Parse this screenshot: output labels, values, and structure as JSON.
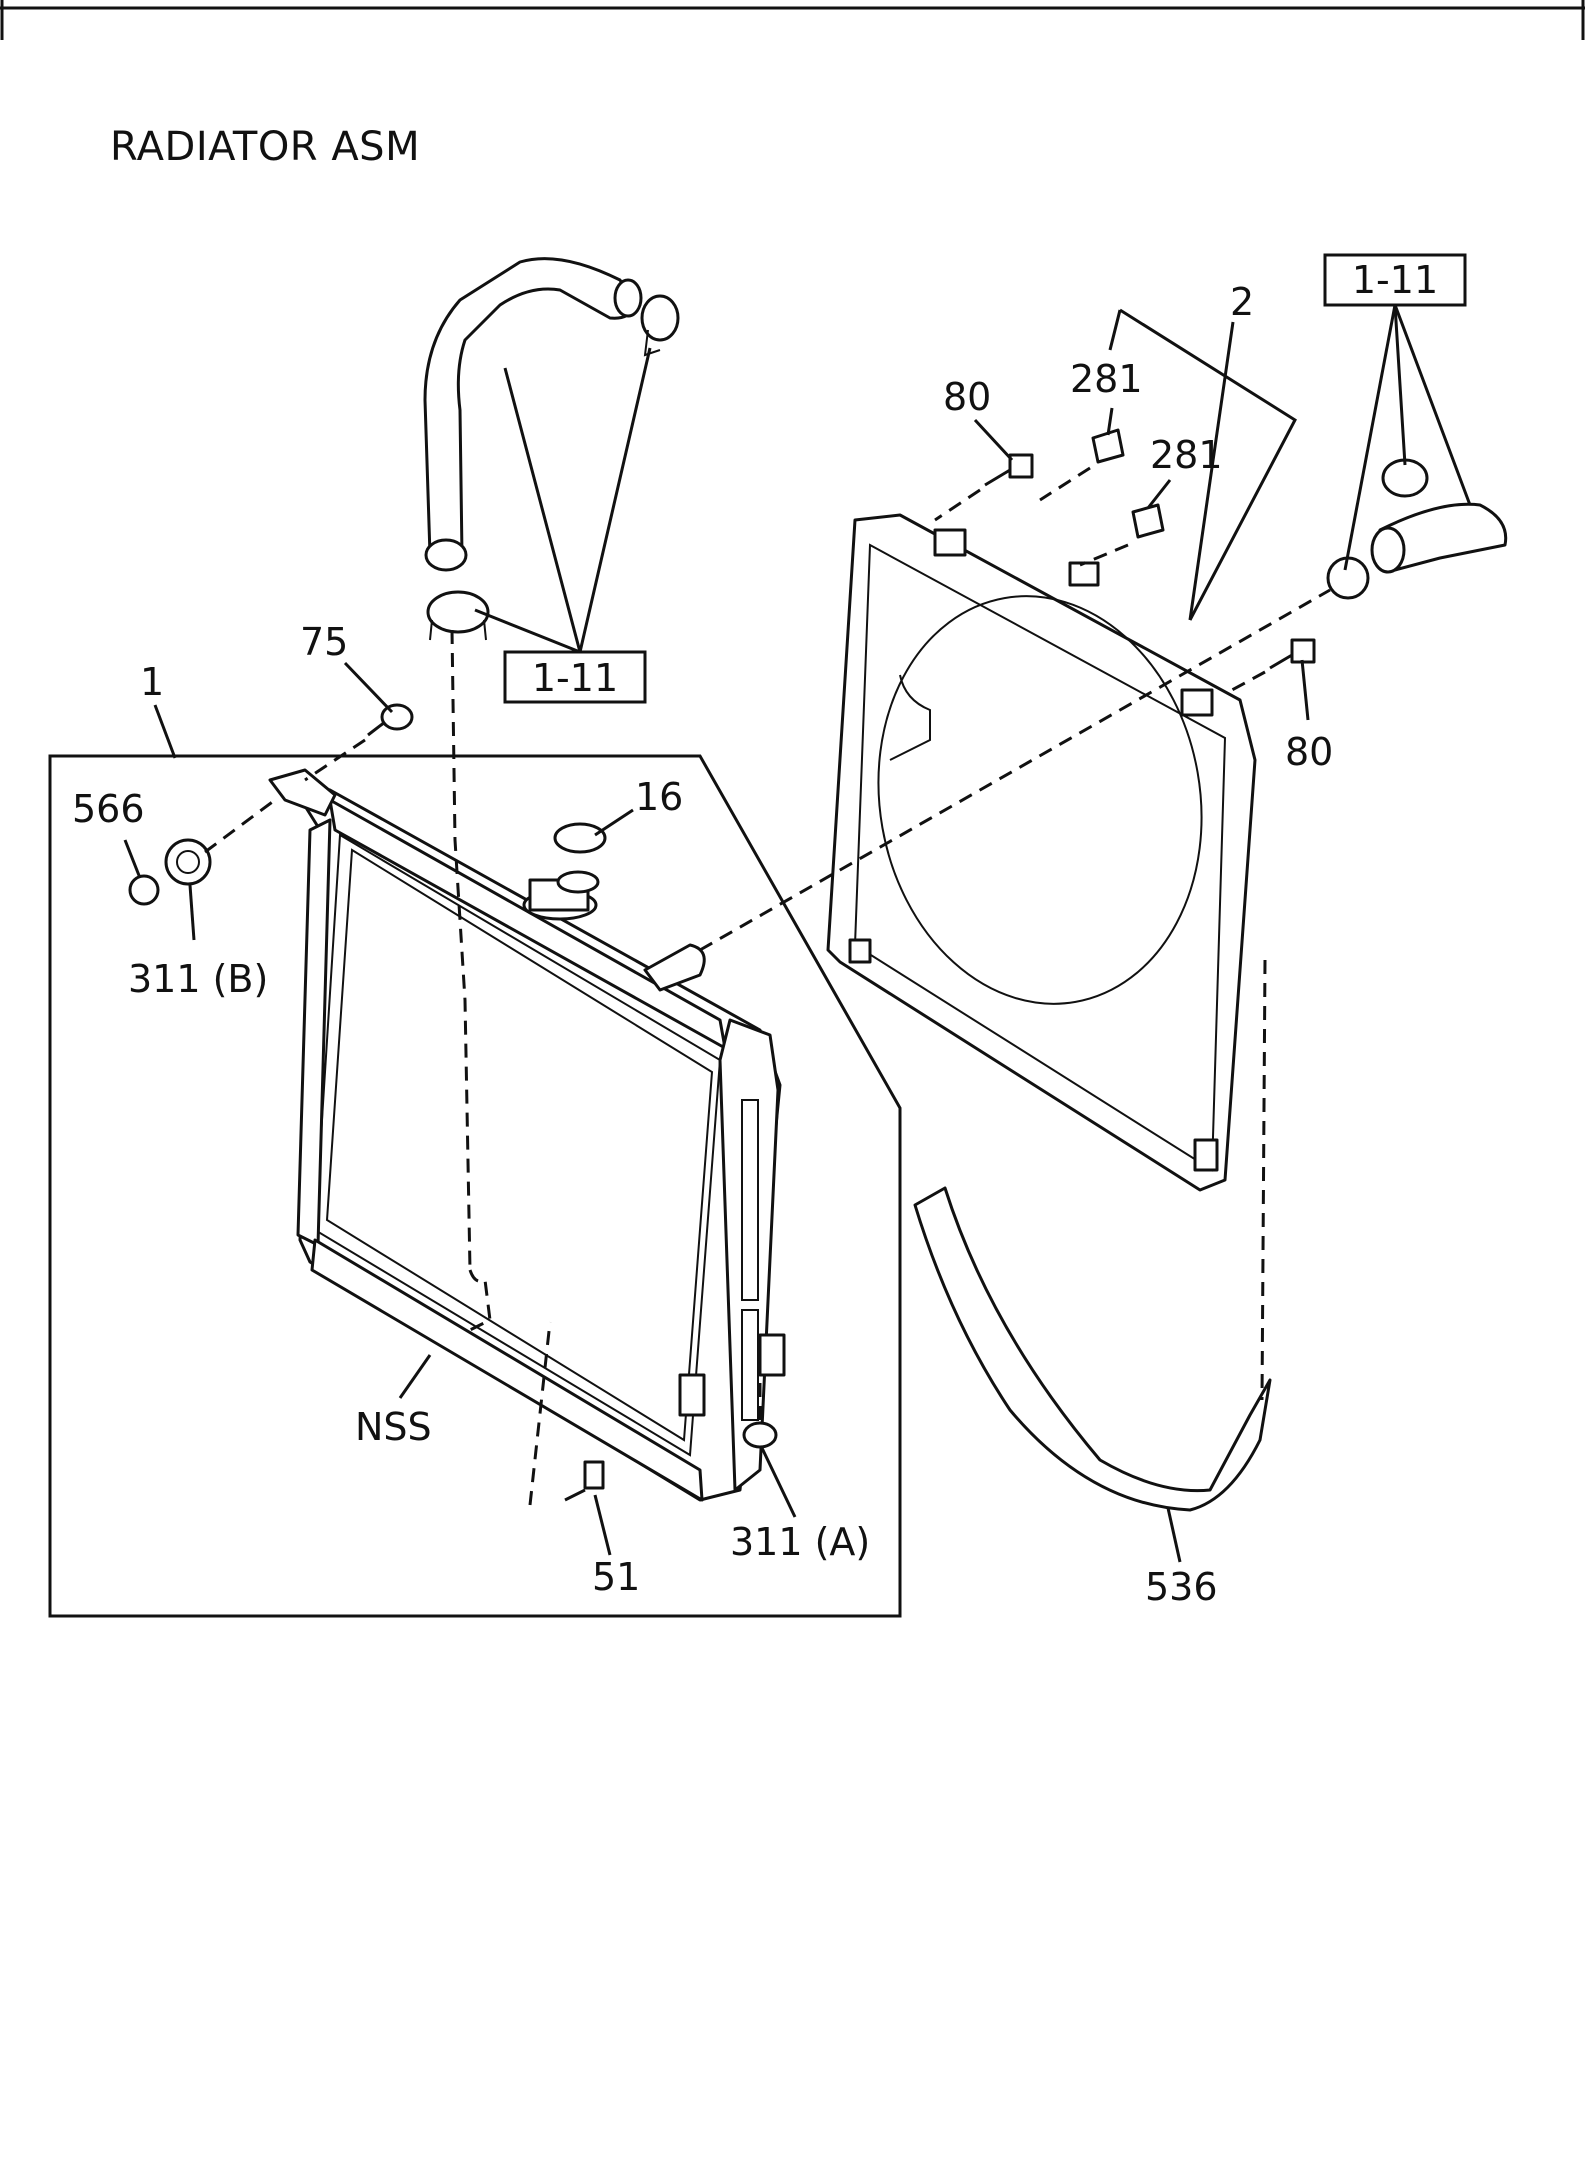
{
  "title": "RADIATOR ASM",
  "callouts": {
    "c1": "1",
    "c2": "2",
    "c16": "16",
    "c51": "51",
    "c75": "75",
    "c80a": "80",
    "c80b": "80",
    "c281a": "281",
    "c281b": "281",
    "c311a": "311 (A)",
    "c311b": "311 (B)",
    "c536": "536",
    "c566": "566",
    "nss": "NSS"
  },
  "references": {
    "ref_left": "1-11",
    "ref_right": "1-11"
  }
}
